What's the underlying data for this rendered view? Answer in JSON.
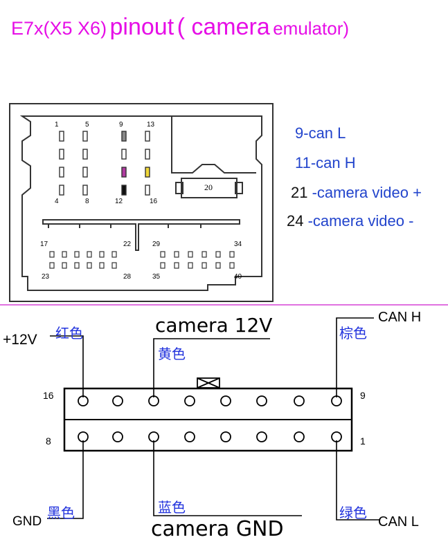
{
  "title": {
    "part1": "E7x(X5 X6)",
    "part2": "pinout",
    "part3": "(  camera",
    "part4": "emulator)"
  },
  "legend": [
    {
      "num": "9",
      "text": "-can L"
    },
    {
      "num": "11",
      "text": "-can H"
    },
    {
      "num": "21",
      "text": "-camera video +"
    },
    {
      "num": "24",
      "text": "-camera video -"
    }
  ],
  "connector_labels": {
    "top": [
      "1",
      "5",
      "9",
      "13"
    ],
    "bottom_small": [
      "4",
      "8",
      "12",
      "16"
    ],
    "block20": "20",
    "row_a_left": "17",
    "row_a_mid": "22",
    "row_a_right_start": "29",
    "row_a_right_end": "34",
    "row_b_left": "23",
    "row_b_mid": "28",
    "row_b_right_start": "35",
    "row_b_right_end": "40"
  },
  "wiring": {
    "v12": "+12V",
    "red": "红色",
    "cam12v": "camera 12V",
    "yellow": "黄色",
    "brown": "棕色",
    "canh": "CAN  H",
    "pin16": "16",
    "pin9": "9",
    "pin8": "8",
    "pin1": "1",
    "gnd": "GND",
    "black": "黑色",
    "blue": "蓝色",
    "camgnd": "camera GND",
    "green": "绿色",
    "canl": "CAN  L"
  },
  "colors": {
    "title": "#e60ee6",
    "legend": "#2244cc",
    "chinese": "#2233dd",
    "divider": "#e070e0"
  }
}
